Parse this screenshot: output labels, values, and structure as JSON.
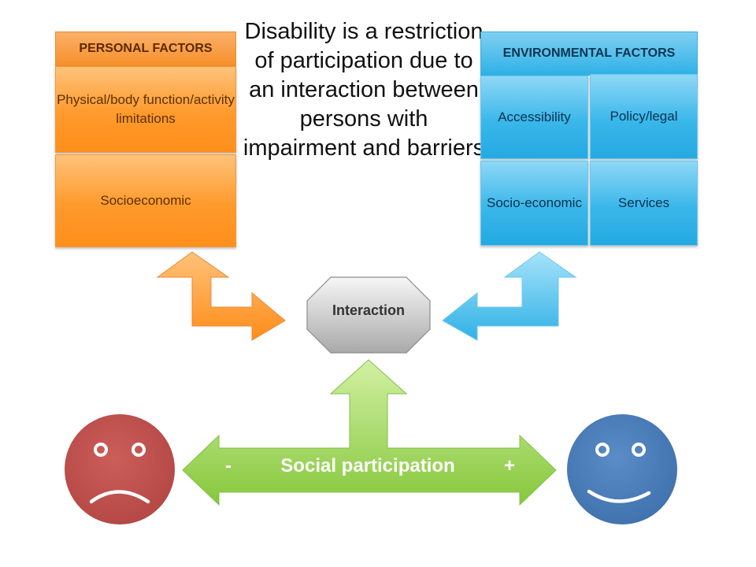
{
  "headline": "Disability is a restriction of participation due to an interaction between persons with impairment and barriers",
  "personal_factors": {
    "title": "PERSONAL FACTORS",
    "items": [
      "Physical/body function/activity limitations",
      "Socioeconomic"
    ]
  },
  "environmental_factors": {
    "title": "ENVIRONMENTAL FACTORS",
    "items": [
      "Accessibility",
      "Policy/legal",
      "Socio-economic",
      "Services"
    ]
  },
  "interaction": "Interaction",
  "social_participation": {
    "minus": "-",
    "label": "Social participation",
    "plus": "+"
  },
  "colors": {
    "orange": "#f7902a",
    "blue": "#2fb1e6",
    "green": "#8fcf48",
    "sad_face": "#c0504d",
    "happy_face": "#4f81bd"
  }
}
